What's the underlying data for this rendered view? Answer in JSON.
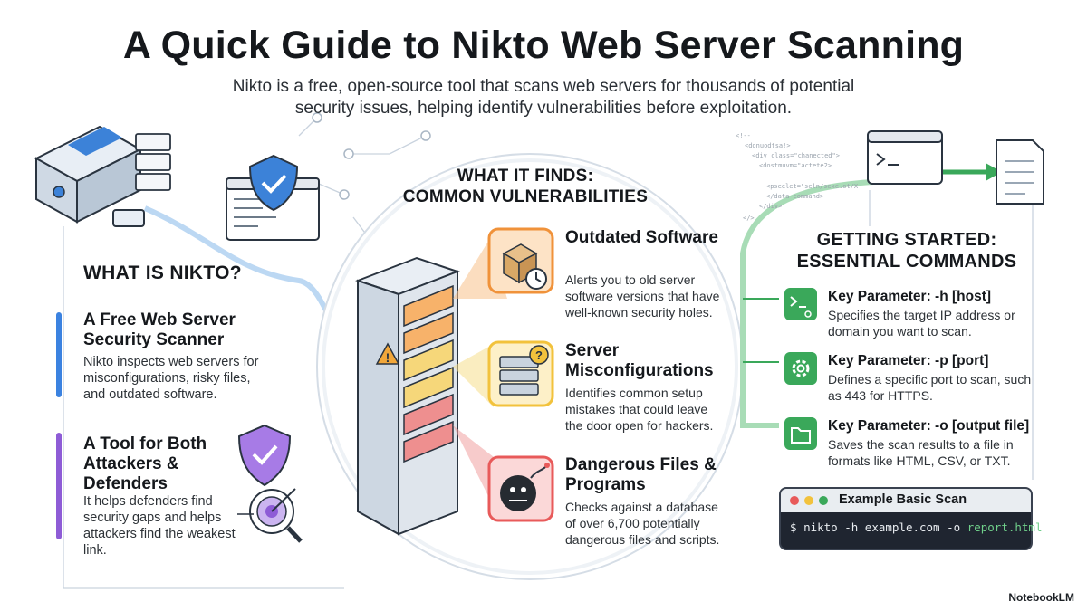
{
  "header": {
    "title": "A Quick Guide to Nikto Web Server Scanning",
    "subtitle": "Nikto is a free, open-source tool that scans web servers for thousands of potential security issues, helping identify vulnerabilities before exploitation."
  },
  "left": {
    "heading": "WHAT IS NIKTO?",
    "cards": [
      {
        "title": "A Free Web Server Security Scanner",
        "desc": "Nikto inspects web servers for misconfigurations, risky files, and outdated software.",
        "accent": "#3b82e0"
      },
      {
        "title": "A Tool for Both Attackers & Defenders",
        "desc": "It helps defenders find security gaps and helps attackers find the weakest link.",
        "accent": "#8e5cd6"
      }
    ]
  },
  "center": {
    "heading_line1": "WHAT IT FINDS:",
    "heading_line2": "COMMON VULNERABILITIES",
    "items": [
      {
        "title": "Outdated Software",
        "desc": "Alerts you to old server software versions that have well-known security holes.",
        "accent": "#f0923a",
        "icon": "box-clock-icon"
      },
      {
        "title": "Server Misconfigurations",
        "desc": "Identifies common setup mistakes that could leave the door open for hackers.",
        "accent": "#f2c23c",
        "icon": "server-question-icon"
      },
      {
        "title": "Dangerous Files & Programs",
        "desc": "Checks against a database of over 6,700 potentially dangerous files and scripts.",
        "accent": "#e85a5a",
        "icon": "bomb-icon"
      }
    ]
  },
  "right": {
    "heading_line1": "GETTING STARTED:",
    "heading_line2": "ESSENTIAL COMMANDS",
    "accent": "#3aa85a",
    "commands": [
      {
        "title": "Key Parameter: -h [host]",
        "desc": "Specifies the target IP address or domain you want to scan.",
        "icon": "terminal-icon"
      },
      {
        "title": "Key Parameter: -p [port]",
        "desc": "Defines a specific port to scan, such as 443 for HTTPS.",
        "icon": "gear-icon"
      },
      {
        "title": "Key Parameter: -o [output file]",
        "desc": "Saves the scan results to a file in formats like HTML, CSV, or TXT.",
        "icon": "folder-icon"
      }
    ],
    "example": {
      "title": "Example Basic Scan",
      "prompt": "$",
      "command": "nikto -h example.com -o",
      "output": "report.html"
    }
  },
  "brand": "NotebookLM"
}
